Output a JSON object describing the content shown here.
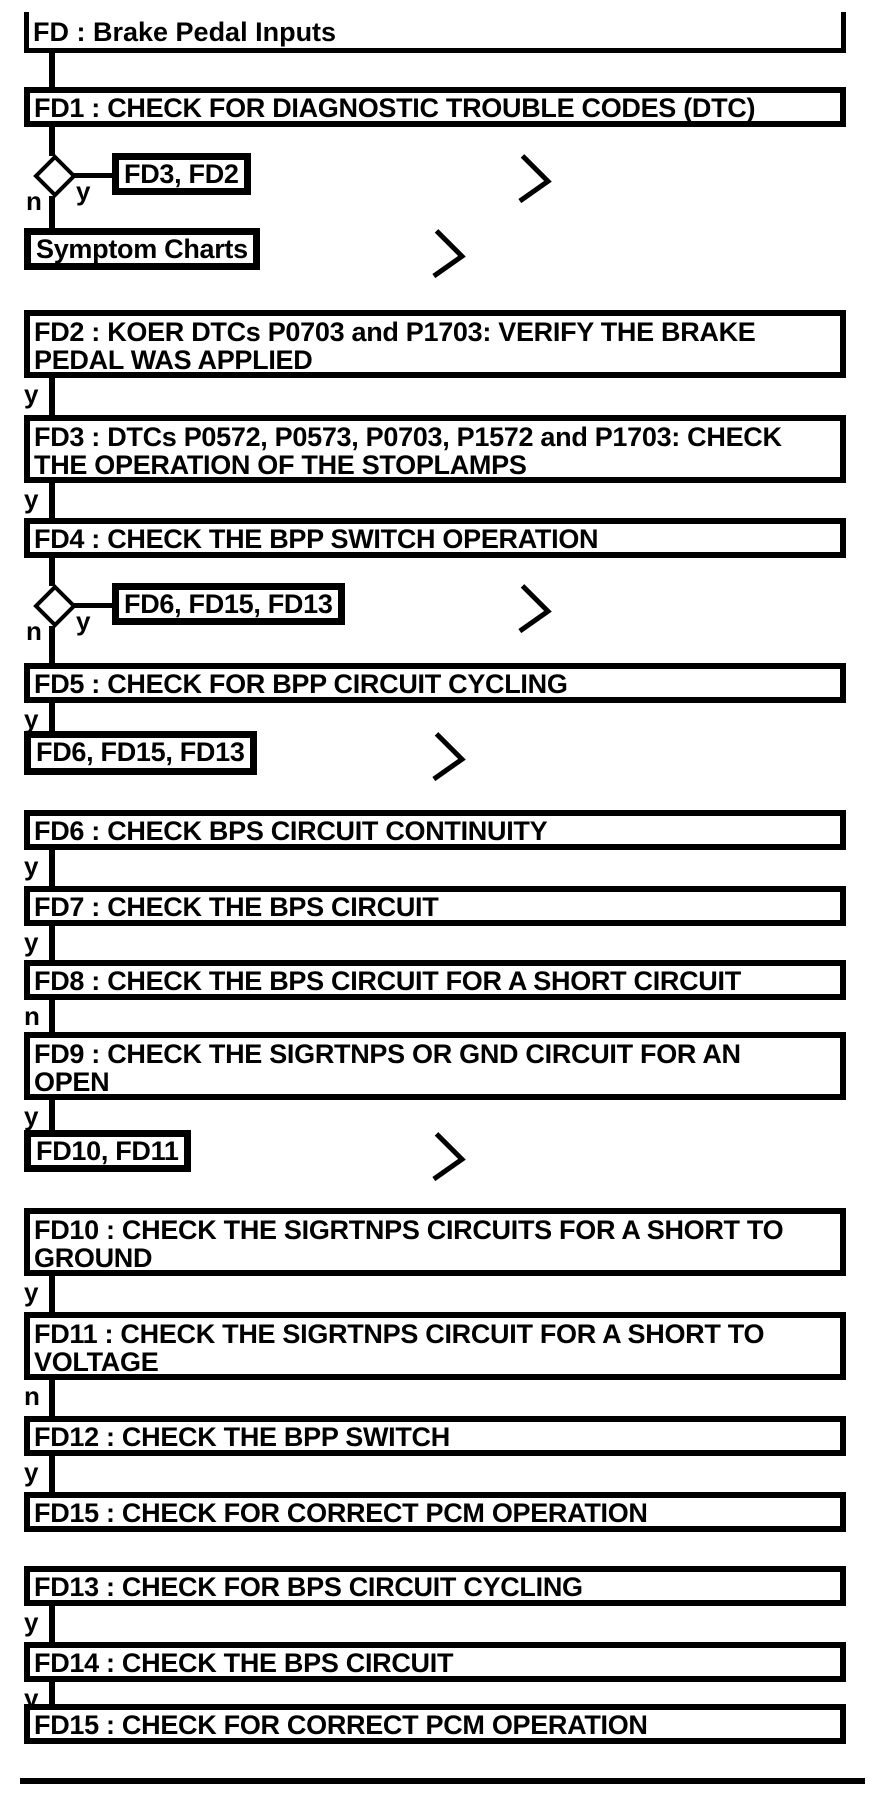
{
  "diagram": {
    "type": "flowchart",
    "title": "FD : Brake Pedal Inputs",
    "colors": {
      "ink": "#000000",
      "paper": "#ffffff"
    },
    "branch_labels": {
      "yes": "y",
      "no": "n"
    },
    "nodes": {
      "fd": {
        "text": "FD : Brake Pedal Inputs"
      },
      "fd1": {
        "text": "FD1 : CHECK FOR DIAGNOSTIC TROUBLE CODES (DTC)"
      },
      "goto1": {
        "text": "FD3, FD2"
      },
      "symptom": {
        "text": "Symptom Charts"
      },
      "fd2": {
        "l1": "FD2 : KOER DTCs P0703 and P1703: VERIFY THE BRAKE",
        "l2": "PEDAL WAS APPLIED"
      },
      "fd3": {
        "l1": "FD3 : DTCs P0572, P0573, P0703, P1572 and P1703: CHECK",
        "l2": "THE OPERATION OF THE STOPLAMPS"
      },
      "fd4": {
        "text": "FD4 : CHECK THE BPP SWITCH OPERATION"
      },
      "goto2": {
        "text": "FD6, FD15, FD13"
      },
      "fd5": {
        "text": "FD5 : CHECK FOR BPP CIRCUIT CYCLING"
      },
      "goto3": {
        "text": "FD6, FD15, FD13"
      },
      "fd6": {
        "text": "FD6 : CHECK BPS CIRCUIT CONTINUITY"
      },
      "fd7": {
        "text": "FD7 : CHECK THE BPS CIRCUIT"
      },
      "fd8": {
        "text": "FD8 : CHECK THE BPS CIRCUIT FOR A SHORT CIRCUIT"
      },
      "fd9": {
        "l1": "FD9 : CHECK THE SIGRTNPS OR GND CIRCUIT FOR AN",
        "l2": "OPEN"
      },
      "goto4": {
        "text": "FD10, FD11"
      },
      "fd10": {
        "l1": "FD10 : CHECK THE SIGRTNPS CIRCUITS FOR A SHORT TO",
        "l2": "GROUND"
      },
      "fd11": {
        "l1": "FD11 : CHECK THE SIGRTNPS CIRCUIT FOR A SHORT TO",
        "l2": "VOLTAGE"
      },
      "fd12": {
        "text": "FD12 : CHECK THE BPP SWITCH"
      },
      "fd15a": {
        "text": "FD15 : CHECK FOR CORRECT PCM OPERATION"
      },
      "fd13": {
        "text": "FD13 : CHECK FOR BPS CIRCUIT CYCLING"
      },
      "fd14": {
        "text": "FD14 : CHECK THE BPS CIRCUIT"
      },
      "fd15b": {
        "text": "FD15 : CHECK FOR CORRECT PCM OPERATION"
      }
    }
  }
}
